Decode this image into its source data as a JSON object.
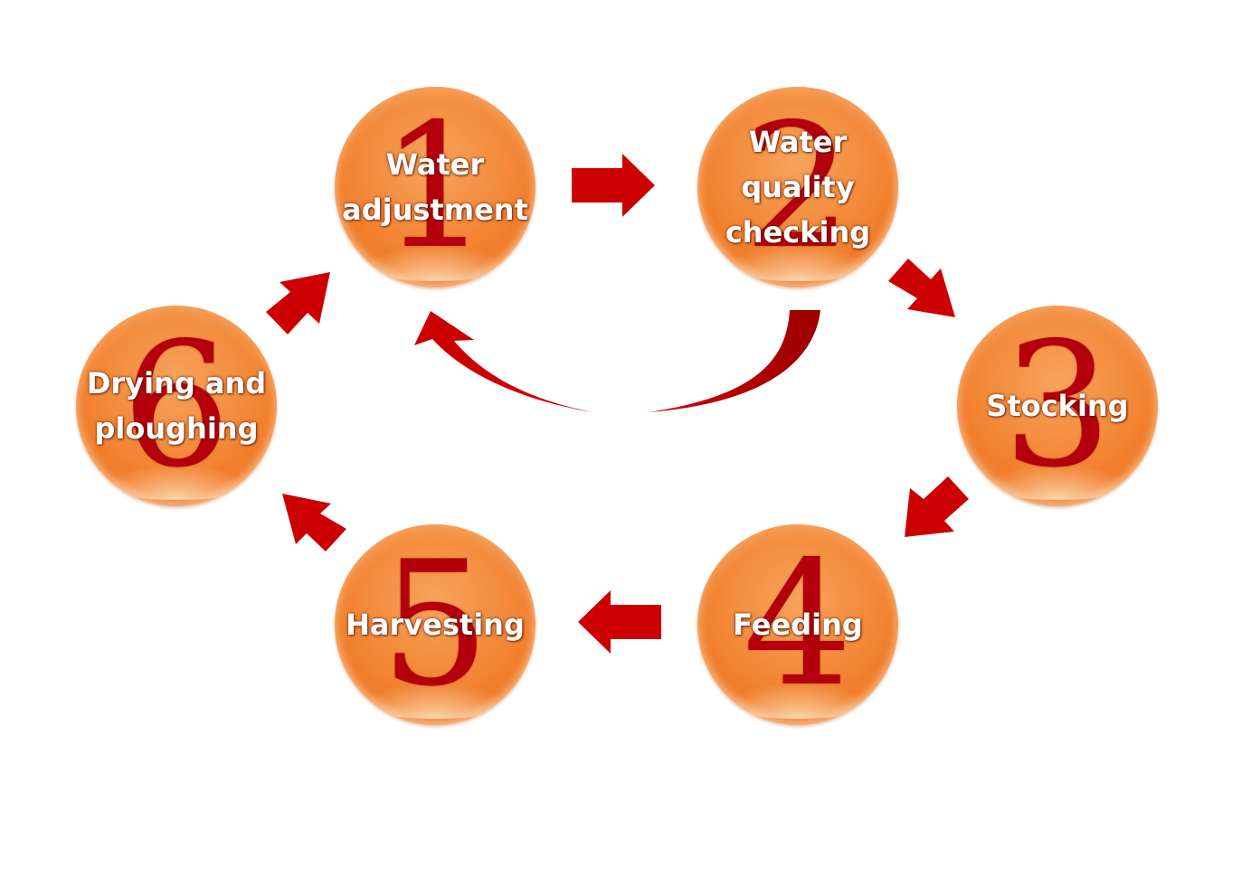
{
  "diagram": {
    "type": "cycle",
    "steps": [
      {
        "numeral": "1",
        "label": "Water\nadjustment"
      },
      {
        "numeral": "2",
        "label": "Water\nquality\nchecking"
      },
      {
        "numeral": "3",
        "label": "Stocking"
      },
      {
        "numeral": "4",
        "label": "Feeding"
      },
      {
        "numeral": "5",
        "label": "Harvesting"
      },
      {
        "numeral": "6",
        "label": "Drying and\nploughing"
      }
    ],
    "connections": [
      {
        "from": "1",
        "to": "2"
      },
      {
        "from": "2",
        "to": "3"
      },
      {
        "from": "3",
        "to": "4"
      },
      {
        "from": "4",
        "to": "5"
      },
      {
        "from": "5",
        "to": "6"
      },
      {
        "from": "6",
        "to": "1"
      },
      {
        "from": "2",
        "to": "1",
        "style": "curved"
      }
    ],
    "colors": {
      "circle": "#f08030",
      "numeral": "#b3000c",
      "label": "#ffffff",
      "arrow": "#cc0000"
    }
  }
}
